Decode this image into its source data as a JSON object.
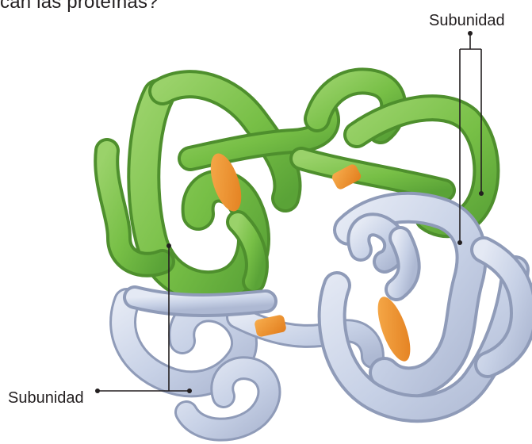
{
  "header_fragment": "can las proteínas?",
  "labels": {
    "subunit_top": "Subunidad",
    "subunit_bottom": "Subunidad"
  },
  "colors": {
    "green_subunit": "#7cc24a",
    "green_subunit_dark": "#4e8f2d",
    "blue_subunit": "#c9d3e8",
    "blue_subunit_dark": "#8f9bb8",
    "heme_group": "#f0922c",
    "leader_line": "#231f20"
  }
}
